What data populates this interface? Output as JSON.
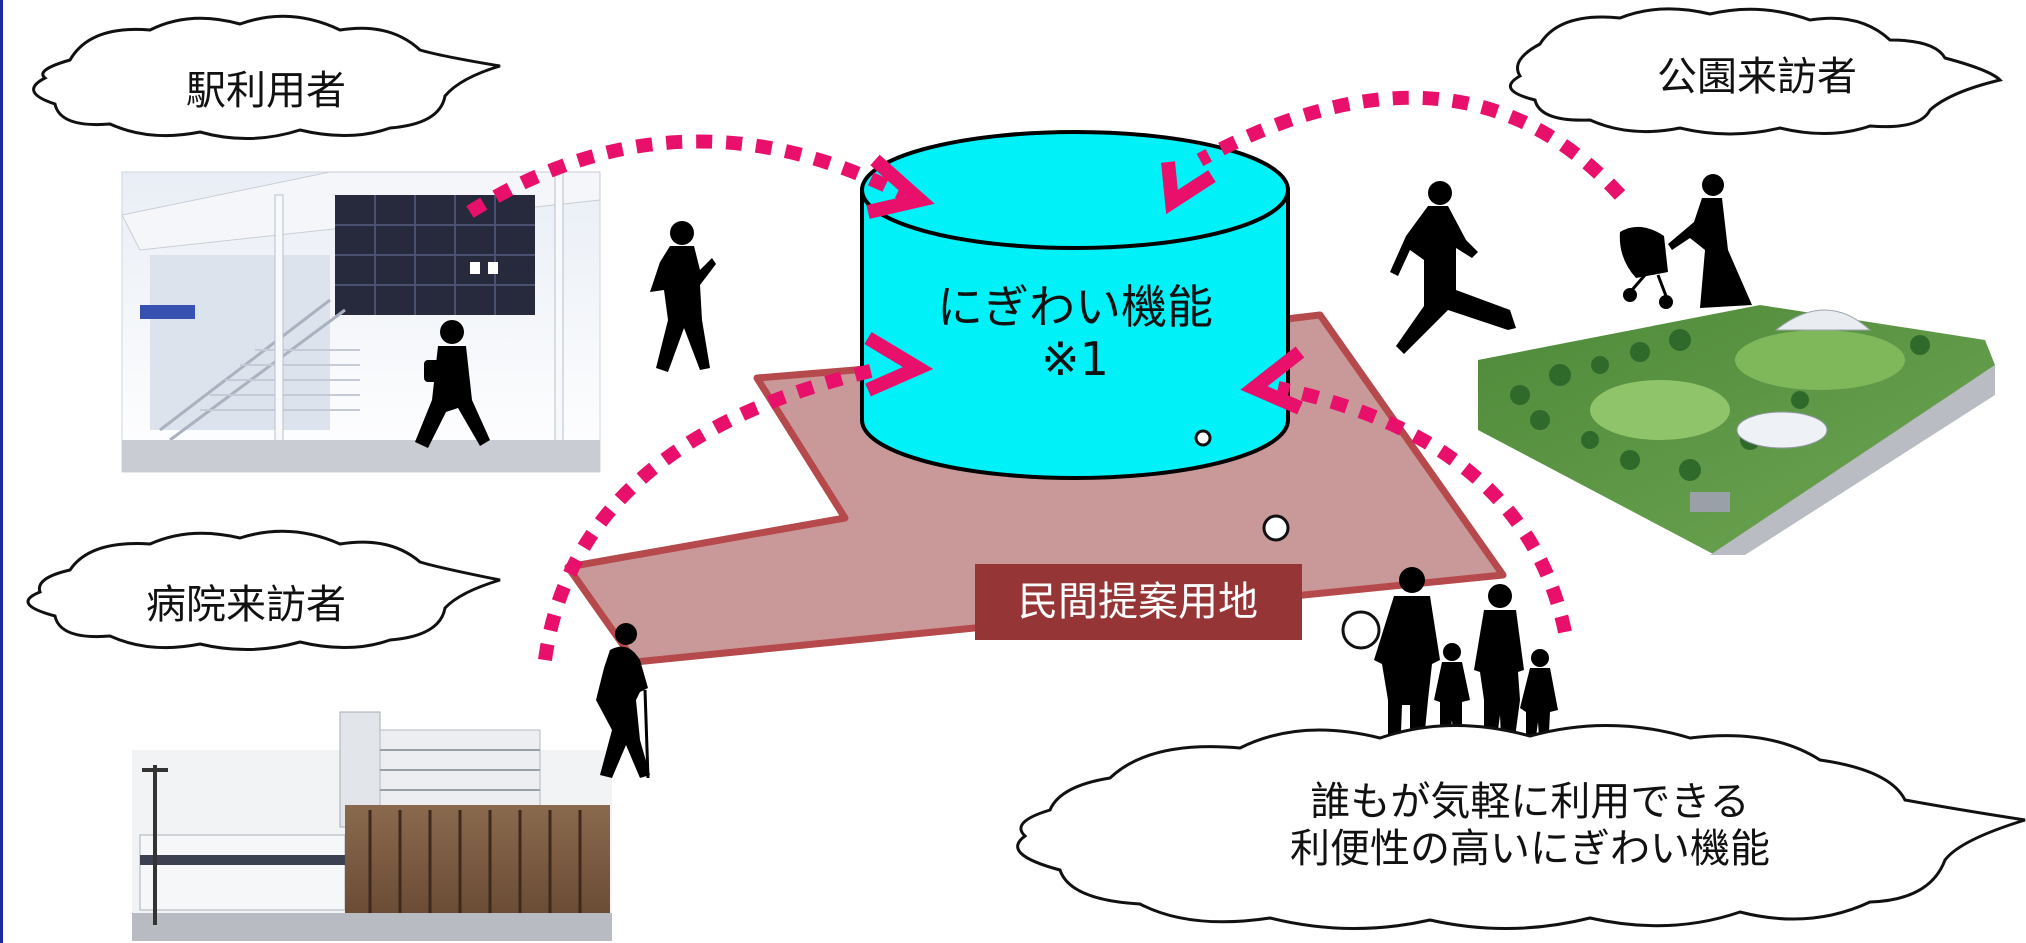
{
  "clouds": {
    "station": "駅利用者",
    "park": "公園来訪者",
    "hospital": "病院来訪者",
    "concept_line1": "誰もが気軽に利用できる",
    "concept_line2": "利便性の高いにぎわい機能"
  },
  "center": {
    "line1": "にぎわい機能",
    "line2": "※1"
  },
  "site_label": "民間提案用地",
  "colors": {
    "cylinder_fill": "#00f2f8",
    "arrow": "#e8106a",
    "site_fill": "#c9999a",
    "site_stroke": "#b5494c",
    "site_label_bg": "#953536"
  },
  "photos": {
    "station": "station-photo",
    "park": "park-aerial-photo",
    "hospital": "hospital-photo"
  }
}
